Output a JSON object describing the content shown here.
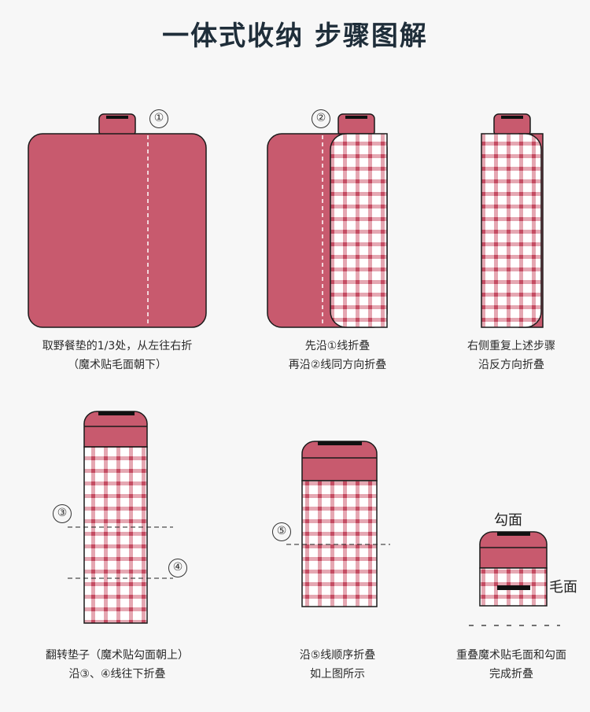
{
  "title": "一体式收纳 步骤图解",
  "colors": {
    "mat": "#c85a6e",
    "stroke": "#1a1a1a",
    "check": "#cf5f72",
    "bg": "#f7f7f7"
  },
  "steps": [
    {
      "lines": [
        "取野餐垫的1/3处，从左往右折",
        "（魔术贴毛面朝下）"
      ]
    },
    {
      "lines": [
        "先沿①线折叠",
        "再沿②线同方向折叠"
      ]
    },
    {
      "lines": [
        "右侧重复上述步骤",
        "沿反方向折叠"
      ]
    },
    {
      "lines": [
        "翻转垫子（魔术贴勾面朝上）",
        "沿③、④线往下折叠"
      ]
    },
    {
      "lines": [
        "沿⑤线顺序折叠",
        "如上图所示"
      ]
    },
    {
      "lines": [
        "重叠魔术贴毛面和勾面",
        "完成折叠"
      ]
    }
  ],
  "markers": [
    "①",
    "②",
    "③",
    "④",
    "⑤"
  ],
  "labels": {
    "hook": "勾面",
    "loop": "毛面"
  }
}
